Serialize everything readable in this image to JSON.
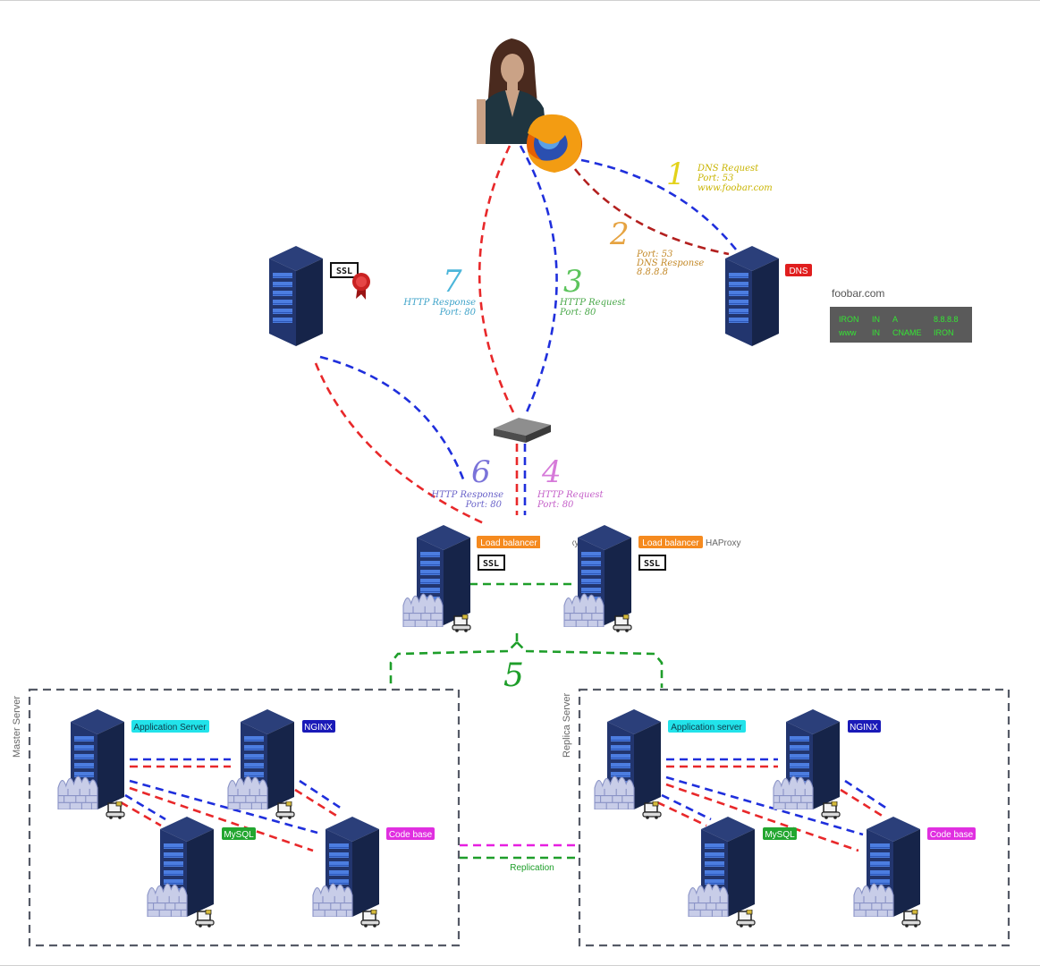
{
  "colors": {
    "dashed_blue": "#1f2fdc",
    "dashed_red": "#e8282a",
    "dashed_green": "#1e9e2a",
    "dashed_magenta": "#e61fe0",
    "server_dark": "#1d2b55",
    "server_light": "#3a63b8",
    "label_cyan": "#22e3ea",
    "label_blue": "#1a1ab8",
    "label_green": "#22a62f",
    "label_magenta": "#e02fe0",
    "label_orange": "#f58a1f",
    "label_red": "#e01e1e"
  },
  "steps": {
    "s1": {
      "num": "1",
      "line1": "DNS Request",
      "line2": "Port: 53",
      "line3": "www.foobar.com",
      "color": "#c9b400"
    },
    "s2": {
      "num": "2",
      "line1": "Port: 53",
      "line2": "DNS Response",
      "line3": "8.8.8.8",
      "color": "#c48a2a"
    },
    "s3": {
      "num": "3",
      "line1": "HTTP Request",
      "line2": "Port: 80",
      "color": "#4aa84a"
    },
    "s4": {
      "num": "4",
      "line1": "HTTP Request",
      "line2": "Port: 80",
      "color": "#c561c9"
    },
    "s5": {
      "num": "5",
      "color": "#1e9e2a"
    },
    "s6": {
      "num": "6",
      "line1": "HTTP Response",
      "line2": "Port: 80",
      "color": "#6a63c9"
    },
    "s7": {
      "num": "7",
      "line1": "HTTP Response",
      "line2": "Port: 80",
      "color": "#3ea3c9"
    }
  },
  "dns": {
    "tag": "DNS",
    "domain": "foobar.com",
    "records": [
      [
        "IRON",
        "IN",
        "A",
        "8.8.8.8"
      ],
      [
        "www",
        "IN",
        "CNAME",
        "IRON"
      ]
    ]
  },
  "ssl_label": "SSL",
  "load_balancers": [
    {
      "tag": "Load balancer",
      "name": "HAProxy"
    },
    {
      "tag": "Load balancer",
      "name": "HAProxy"
    }
  ],
  "master": {
    "title": "Master Server",
    "app_tag": "Application Server",
    "nginx_tag": "NGINX",
    "mysql_tag": "MySQL",
    "code_tag": "Code base"
  },
  "replica": {
    "title": "Replica Server",
    "app_tag": "Application server",
    "nginx_tag": "NGINX",
    "mysql_tag": "MySQL",
    "code_tag": "Code base"
  },
  "replication_label": "Replication"
}
